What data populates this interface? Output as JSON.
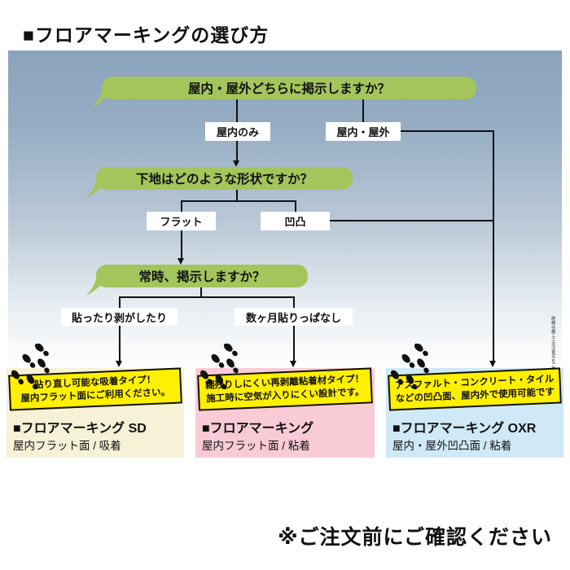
{
  "page": {
    "title": "■フロアマーキングの選び方",
    "footer_note": "※ご注文前にご確認ください"
  },
  "flowchart": {
    "q1": "屋内・屋外どちらに掲示しますか？",
    "q2": "下地はどのような形状ですか？",
    "q3": "常時、掲示しますか？",
    "a1a": "屋内のみ",
    "a1b": "屋内・屋外",
    "a2a": "フラット",
    "a2b": "凹凸",
    "a3a": "貼ったり剥がしたり",
    "a3b": "数ヶ月貼りっぱなし",
    "side_note": "詳細は施工上の注意点をご確認ください"
  },
  "products": [
    {
      "banner_line1": "貼り直し可能な吸着タイプ！",
      "banner_line2": "屋内フラット面にご利用ください。",
      "name": "■フロアマーキング SD",
      "spec": "屋内フラット面 / 吸着",
      "bg_color": "#f7f2d7"
    },
    {
      "banner_line1": "糊残りしにくい再剥離粘着材タイプ！",
      "banner_line2": "施工時に空気が入りにくい設計です。",
      "name": "■フロアマーキング",
      "spec": "屋内フラット面 / 粘着",
      "bg_color": "#f9cbd7"
    },
    {
      "banner_line1": "アスファルト・コンクリート・タイル",
      "banner_line2": "などの凹凸面、屋内外で使用可能です",
      "name": "■フロアマーキング OXR",
      "spec": "屋内・屋外凹凸面 / 粘着",
      "bg_color": "#cfe9f6"
    }
  ],
  "colors": {
    "bubble_green": "#a3c55c",
    "banner_yellow": "#ffef00",
    "gradient_top": "#8aa3bd",
    "line_black": "#111111",
    "product_sd_bg": "#f7f2d7",
    "product_std_bg": "#f9cbd7",
    "product_oxr_bg": "#cfe9f6"
  }
}
